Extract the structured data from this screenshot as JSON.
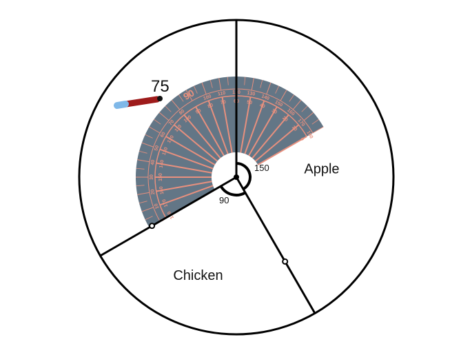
{
  "chart_data": {
    "type": "pie",
    "start_angle_deg": 90,
    "direction": "clockwise",
    "slices": [
      {
        "name": "Apple",
        "value": 150
      },
      {
        "name": "Chicken",
        "value": 90
      },
      {
        "name": "",
        "value": 120
      }
    ],
    "angle_labels": [
      "150",
      "90"
    ],
    "protractor": {
      "outer_scale": [
        0,
        180
      ],
      "inner_scale": [
        0,
        180
      ],
      "tick_step": 10,
      "color": "#e8907e",
      "fill": "#5b6f80"
    },
    "pencil_reading": "75",
    "colors": {
      "line": "#000000",
      "background": "#ffffff"
    }
  }
}
